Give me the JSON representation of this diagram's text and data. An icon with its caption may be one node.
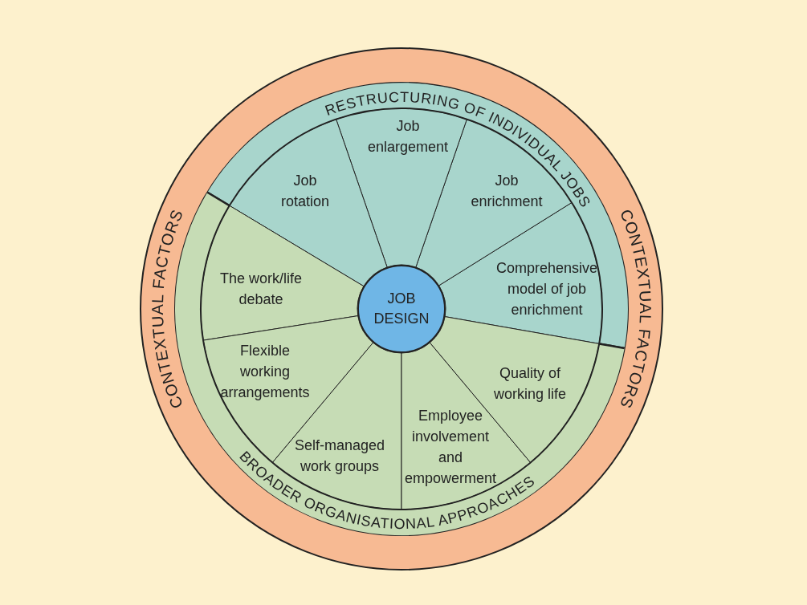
{
  "diagram": {
    "nodes": [
      {
        "text": [
          "CONTEXTUAL FACTORS",
          "CONTEXTUAL FACTORS"
        ]
      },
      {
        "text": [
          "RESTRUCTURING OF INDIVIDUAL JOBS"
        ],
        "in": 0
      },
      {
        "text": [
          "Job rotation"
        ],
        "in": 1
      },
      {
        "text": [
          "Job enlargement"
        ],
        "in": 1
      },
      {
        "text": [
          "Job enrichment"
        ],
        "in": 1
      },
      {
        "text": [
          "Comprehensive model of job enrichment"
        ],
        "in": 1
      },
      {
        "text": [
          "BROADER ORGANISATIONAL APPROACHES"
        ],
        "in": 0
      },
      {
        "text": [
          "Quality of working life"
        ],
        "in": 6
      },
      {
        "text": [
          "Employee involvement and empowerment"
        ],
        "in": 6
      },
      {
        "text": [
          "Self-managed work groups"
        ],
        "in": 6
      },
      {
        "text": [
          "Flexible working arrangements"
        ],
        "in": 6
      },
      {
        "text": [
          "The work/life debate"
        ],
        "in": 6
      },
      {
        "text": [
          "JOB DESIGN"
        ],
        "in": 0
      }
    ]
  }
}
